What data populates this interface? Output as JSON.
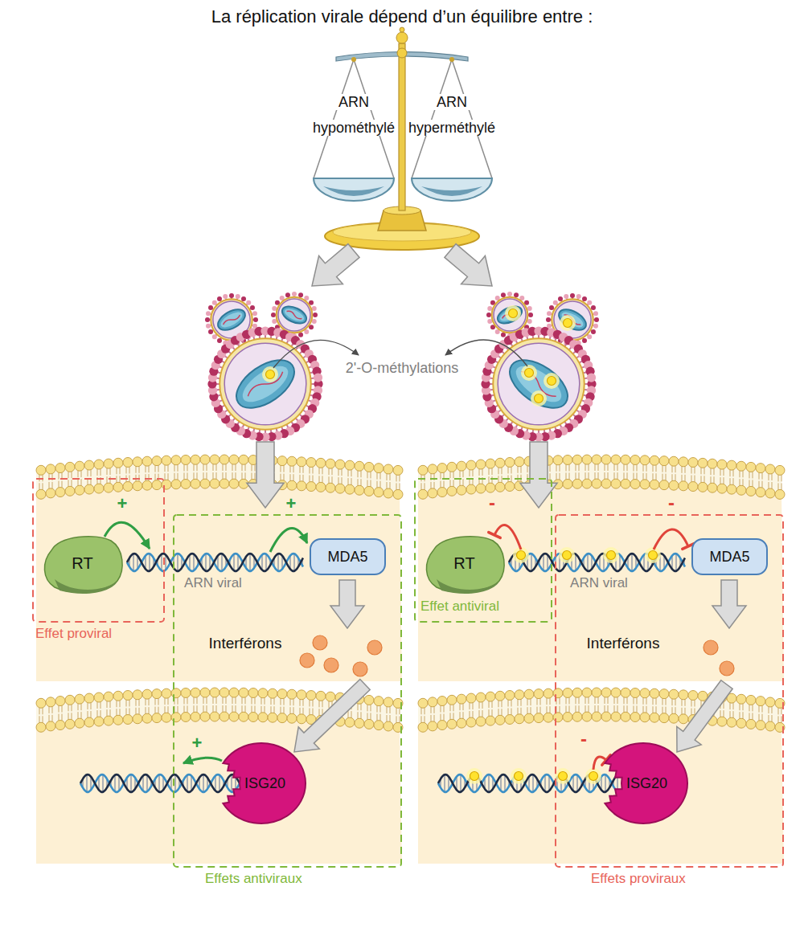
{
  "diagram": {
    "title": "La réplication virale dépend d’un équilibre entre :",
    "nodes": [
      {
        "text": [
          "ARN hypométhylé"
        ]
      },
      {
        "text": [
          "ARN hyperméthylé"
        ]
      },
      {
        "text": [
          "Effet proviral"
        ]
      },
      {
        "text": [
          "RT"
        ],
        "in": 2
      },
      {
        "text": [
          "Effets antiviraux"
        ]
      },
      {
        "text": [
          "MDA5"
        ],
        "in": 4
      },
      {
        "text": [
          "ISG20"
        ],
        "in": 4
      },
      {
        "text": [
          "Effet antiviral"
        ]
      },
      {
        "text": [
          "RT"
        ],
        "in": 7
      },
      {
        "text": [
          "Effets proviraux"
        ]
      },
      {
        "text": [
          "MDA5"
        ],
        "in": 9
      },
      {
        "text": [
          "ISG20"
        ],
        "in": 9
      }
    ],
    "labels": [
      "2'-O-méthylations",
      "+",
      "ARN viral",
      "+",
      "-",
      "ARN viral",
      "-",
      "Interférons",
      "Interférons",
      "+",
      "-"
    ]
  }
}
